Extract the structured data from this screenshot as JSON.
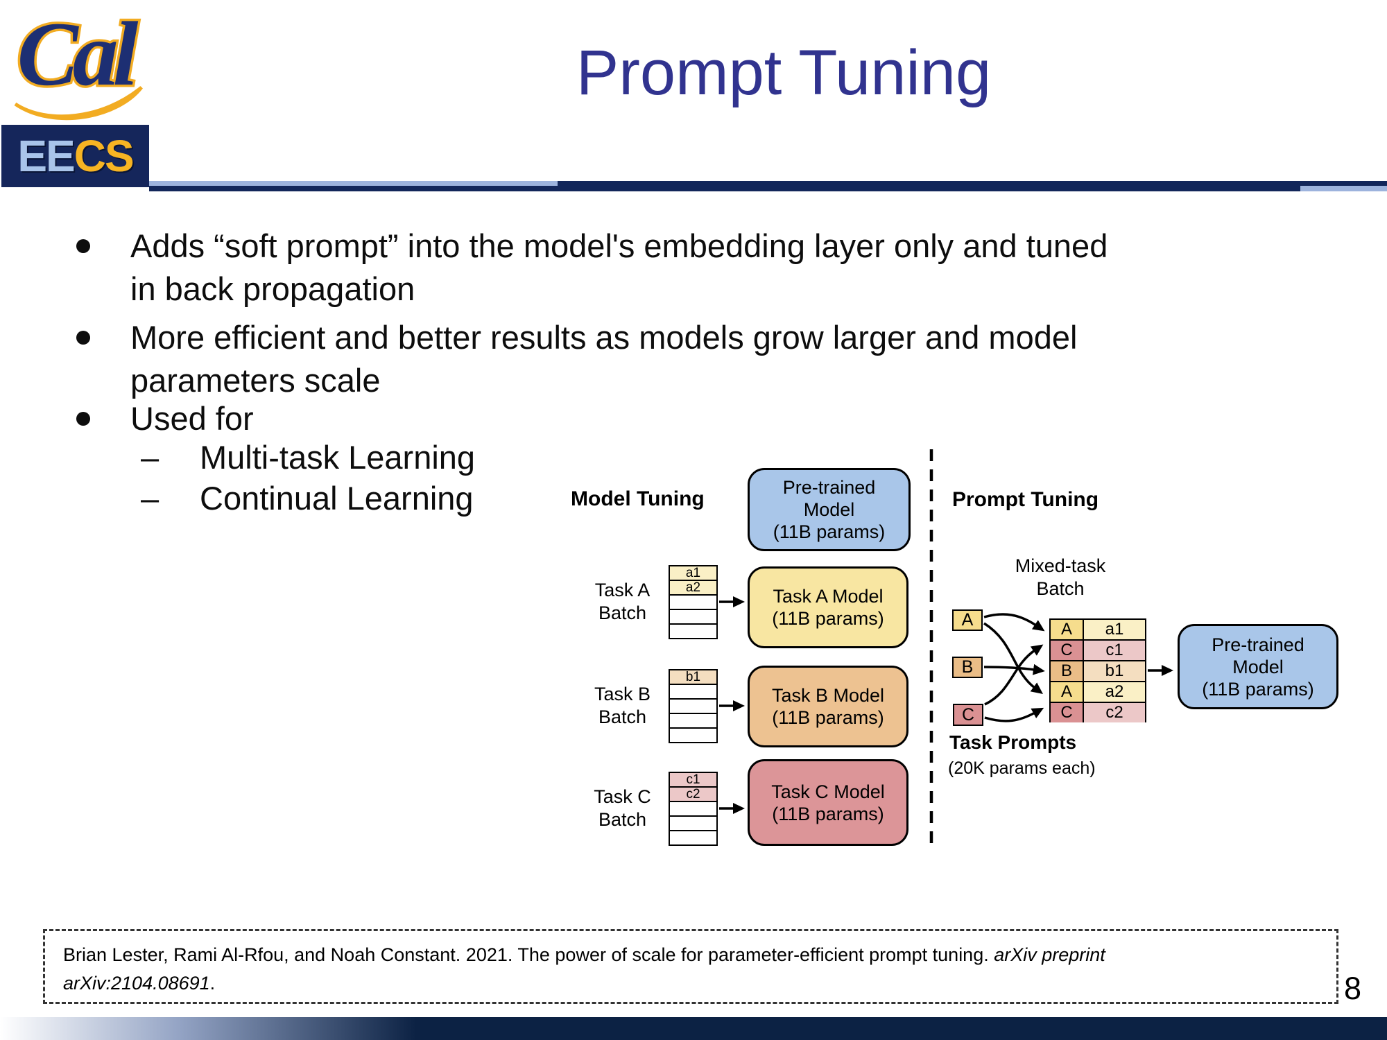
{
  "header": {
    "cal_logo_text": "Cal",
    "eecs_ee": "EE",
    "eecs_cs": "CS",
    "title": "Prompt Tuning"
  },
  "bullets": {
    "dash": "–",
    "b1_line1": "Adds “soft prompt” into the model's embedding layer only and tuned",
    "b1_line2": "in back propagation",
    "b2_line1": "More efficient and better results as models grow larger and model",
    "b2_line2": "parameters scale",
    "b3": "Used for",
    "sub1": "Multi-task Learning",
    "sub2": "Continual Learning"
  },
  "figure": {
    "left": {
      "heading": "Model Tuning",
      "pretrained_l1": "Pre-trained",
      "pretrained_l2": "Model",
      "pretrained_l3": "(11B params)",
      "task_a": {
        "label1": "Task A",
        "label2": "Batch",
        "cell1": "a1",
        "cell2": "a2",
        "model_l1": "Task A Model",
        "model_l2": "(11B params)"
      },
      "task_b": {
        "label1": "Task B",
        "label2": "Batch",
        "cell1": "b1",
        "model_l1": "Task B Model",
        "model_l2": "(11B params)"
      },
      "task_c": {
        "label1": "Task C",
        "label2": "Batch",
        "cell1": "c1",
        "cell2": "c2",
        "model_l1": "Task C Model",
        "model_l2": "(11B params)"
      }
    },
    "right": {
      "heading": "Prompt Tuning",
      "batch_l1": "Mixed-task",
      "batch_l2": "Batch",
      "prompt_a": "A",
      "prompt_b": "B",
      "prompt_c": "C",
      "rows": [
        [
          "A",
          "a1"
        ],
        [
          "C",
          "c1"
        ],
        [
          "B",
          "b1"
        ],
        [
          "A",
          "a2"
        ],
        [
          "C",
          "c2"
        ]
      ],
      "pretrained_l1": "Pre-trained",
      "pretrained_l2": "Model",
      "pretrained_l3": "(11B params)",
      "footer_l1": "Task Prompts",
      "footer_l2": "(20K params each)"
    },
    "colors": {
      "pretrained_fill": "#a9c6e9",
      "task_a_fill": "#f8e6a2",
      "task_a_cell": "#fbf0c9",
      "task_b_fill": "#edc291",
      "task_b_cell": "#f7dfc0",
      "task_c_fill": "#dc9598",
      "task_c_cell": "#f3d6d6",
      "outline": "#000000"
    }
  },
  "citation": {
    "line1_regular": "Brian Lester, Rami Al-Rfou, and Noah Constant. 2021. The power of scale for parameter-efficient prompt tuning. ",
    "line1_italic": "arXiv preprint",
    "line2_italic": "arXiv:2104.08691",
    "line2_regular": "."
  },
  "page_number": "8",
  "theme": {
    "title_color": "#31338f",
    "navy": "#12265a",
    "gold": "#f7b423",
    "light_blue_text": "#a9c4ea"
  }
}
